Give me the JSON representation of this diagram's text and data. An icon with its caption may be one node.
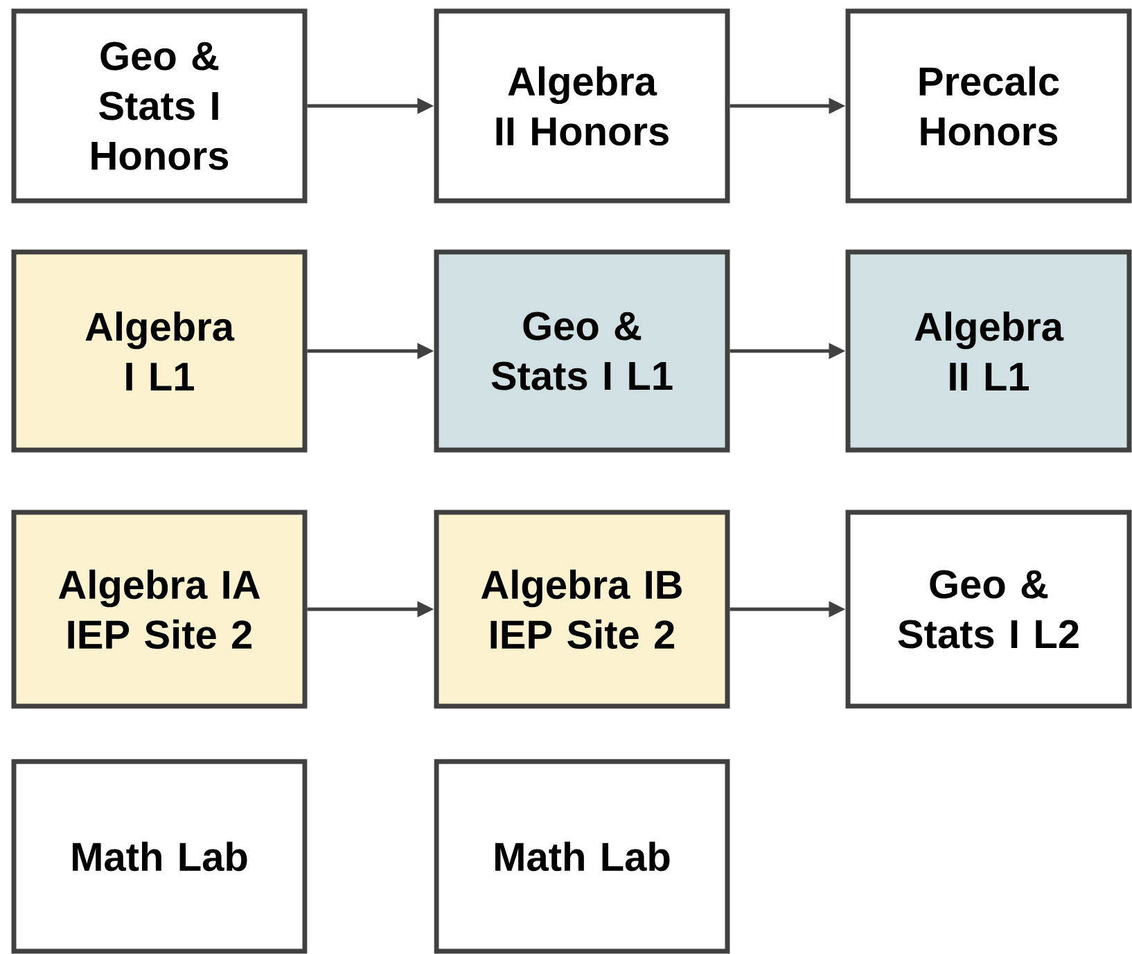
{
  "diagram": {
    "nodes": [
      {
        "text": [
          "Geo & Stats I Honors"
        ]
      },
      {
        "text": [
          "Algebra II Honors"
        ]
      },
      {
        "text": [
          "Precalc Honors"
        ]
      },
      {
        "text": [
          "Algebra I L1"
        ]
      },
      {
        "text": [
          "Geo & Stats I L1"
        ]
      },
      {
        "text": [
          "Algebra II L1"
        ]
      },
      {
        "text": [
          "Algebra IA IEP Site 2"
        ]
      },
      {
        "text": [
          "Algebra IB IEP Site 2"
        ]
      },
      {
        "text": [
          "Geo & Stats I L2"
        ]
      },
      {
        "text": [
          "Math Lab"
        ]
      },
      {
        "text": [
          "Math Lab"
        ]
      }
    ],
    "edges": [
      {
        "from": 0,
        "to": 1,
        "arrow": "to"
      },
      {
        "from": 1,
        "to": 2,
        "arrow": "to"
      },
      {
        "from": 3,
        "to": 4,
        "arrow": "to"
      },
      {
        "from": 4,
        "to": 5,
        "arrow": "to"
      },
      {
        "from": 6,
        "to": 7,
        "arrow": "to"
      },
      {
        "from": 7,
        "to": 8,
        "arrow": "to"
      }
    ]
  }
}
